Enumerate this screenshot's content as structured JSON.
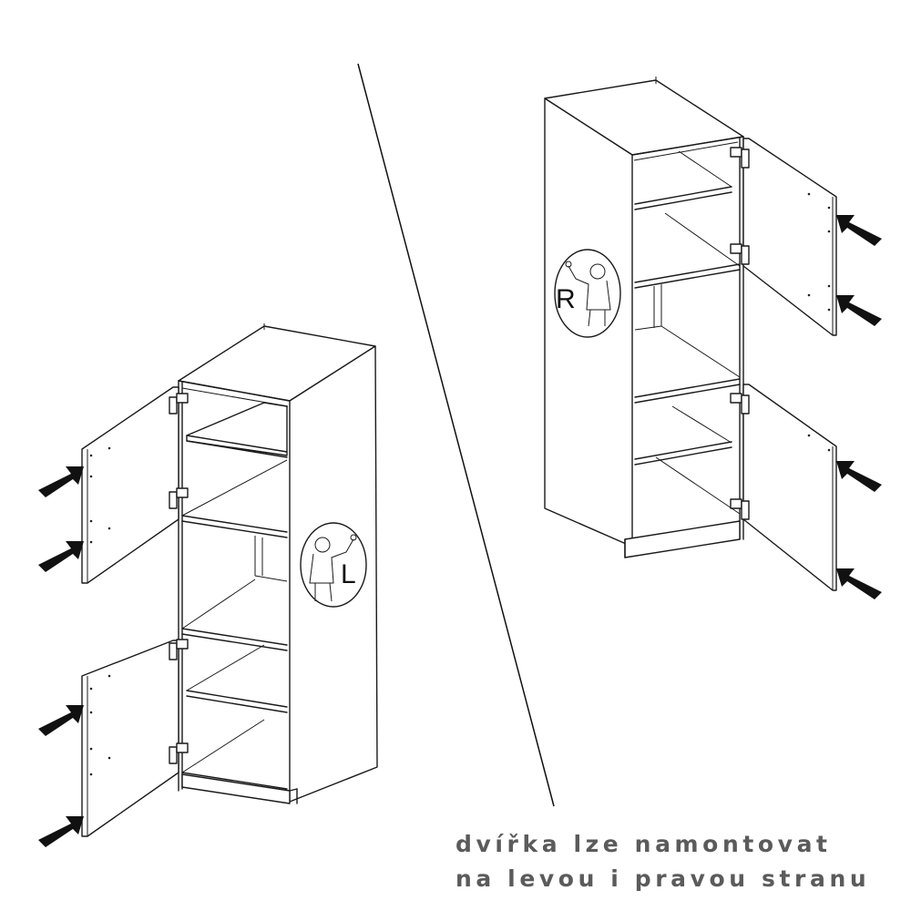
{
  "caption": {
    "line1": "dvířka lze namontovat",
    "line2": "na levou i pravou stranu",
    "color": "#5b5b5b"
  },
  "left_cabinet": {
    "orientation_badge": {
      "letter": "L",
      "icon": "installer-figure-icon"
    },
    "door_count": 2,
    "hinges_per_door": 2,
    "arrows": 4
  },
  "right_cabinet": {
    "orientation_badge": {
      "letter": "R",
      "icon": "installer-figure-icon"
    },
    "door_count": 2,
    "hinges_per_door": 2,
    "arrows": 4
  },
  "divider": {
    "type": "diagonal-line"
  }
}
